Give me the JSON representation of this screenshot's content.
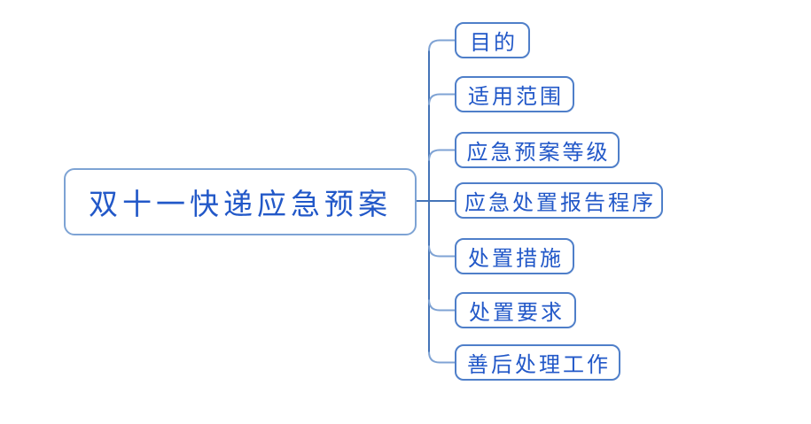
{
  "diagram": {
    "type": "mindmap",
    "root": {
      "label": "双十一快递应急预案"
    },
    "children": [
      {
        "label": "目的"
      },
      {
        "label": "适用范围"
      },
      {
        "label": "应急预案等级"
      },
      {
        "label": "应急处置报告程序"
      },
      {
        "label": "处置措施"
      },
      {
        "label": "处置要求"
      },
      {
        "label": "善后处理工作"
      }
    ],
    "colors": {
      "background": "#ffffff",
      "text": "#2258c8",
      "root_border": "#7da3d4",
      "child_border": "#4f7fc9",
      "connector_light": "#7fa3d4",
      "connector_dark": "#4474b8"
    }
  }
}
